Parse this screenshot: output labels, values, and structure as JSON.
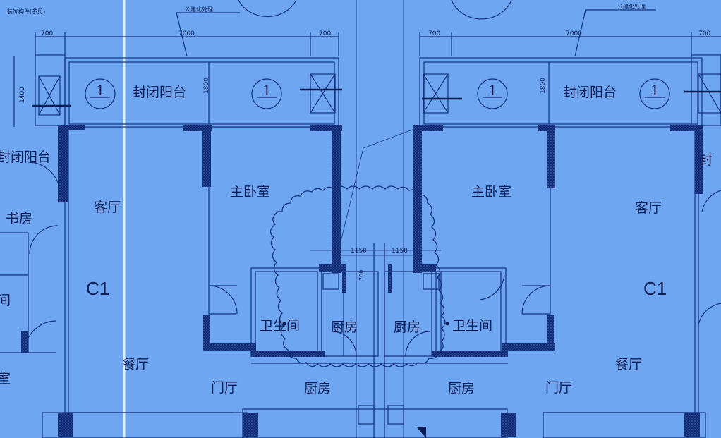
{
  "colors": {
    "paper": "#6ea6f2",
    "paper_light": "#7fb3f6",
    "line": "#13317e",
    "wall": "#0f2a72",
    "wall_texture": "#3d5fb0",
    "text": "#0d1e55"
  },
  "annotations": {
    "ornament_note": "装饰构件(参见)",
    "facade_note_left": "公建化处理",
    "facade_note_right": "公建化处理"
  },
  "dimensions": {
    "d700": "700",
    "d7000": "7000",
    "d1800": "1800",
    "d1400": "1400",
    "d1150": "1150",
    "d700v": "700"
  },
  "unit_labels": {
    "unit_code": "C1",
    "balcony_callout": "1"
  },
  "rooms": {
    "enclosed_balcony": "封闭阳台",
    "living_room": "客厅",
    "master_bedroom": "主卧室",
    "study": "书房",
    "dining_room": "餐厅",
    "entry_hall": "门厅",
    "bathroom": "卫生间",
    "kitchen": "厨房",
    "partial_room_left_a": "间",
    "partial_room_left_b": "室",
    "partial_balcony_right": "封"
  }
}
